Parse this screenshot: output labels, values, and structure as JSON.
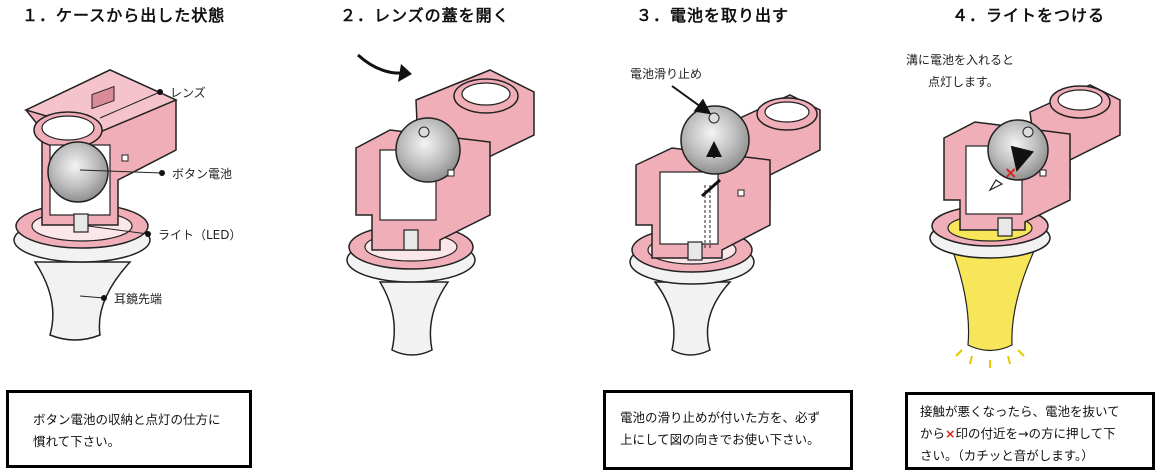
{
  "steps": [
    {
      "title": "１．ケースから出した状態"
    },
    {
      "title": "２．レンズの蓋を開く"
    },
    {
      "title": "３．電池を取り出す"
    },
    {
      "title": "４．ライトをつける"
    }
  ],
  "labels": {
    "lens": "レンズ",
    "button_battery": "ボタン電池",
    "light": "ライト（LED）",
    "speculum_tip": "耳鏡先端",
    "battery_stopper": "電池滑り止め",
    "groove_line1": "溝に電池を入れると",
    "groove_line2": "点灯します。",
    "x_mark": "×"
  },
  "notes": {
    "note1_line1": "ボタン電池の収納と点灯の仕方に",
    "note1_line2": "慣れて下さい。",
    "note3_line1": "電池の滑り止めが付いた方を、必ず",
    "note3_line2": "上にして図の向きでお使い下さい。",
    "note4_line1": "接触が悪くなったら、電池を抜いて",
    "note4_line2a": "から",
    "note4_line2b": "印の付近を→の方に押して下",
    "note4_line3": "さい。（カチッと音がします。）"
  },
  "colors": {
    "pink": "#f0aeb8",
    "pink_dark": "#d98c98",
    "outline": "#222222",
    "cone": "#f2f2f2",
    "glass": "#c8c8c8",
    "light_yellow": "#f7e65a",
    "x_red": "#e0201a"
  }
}
